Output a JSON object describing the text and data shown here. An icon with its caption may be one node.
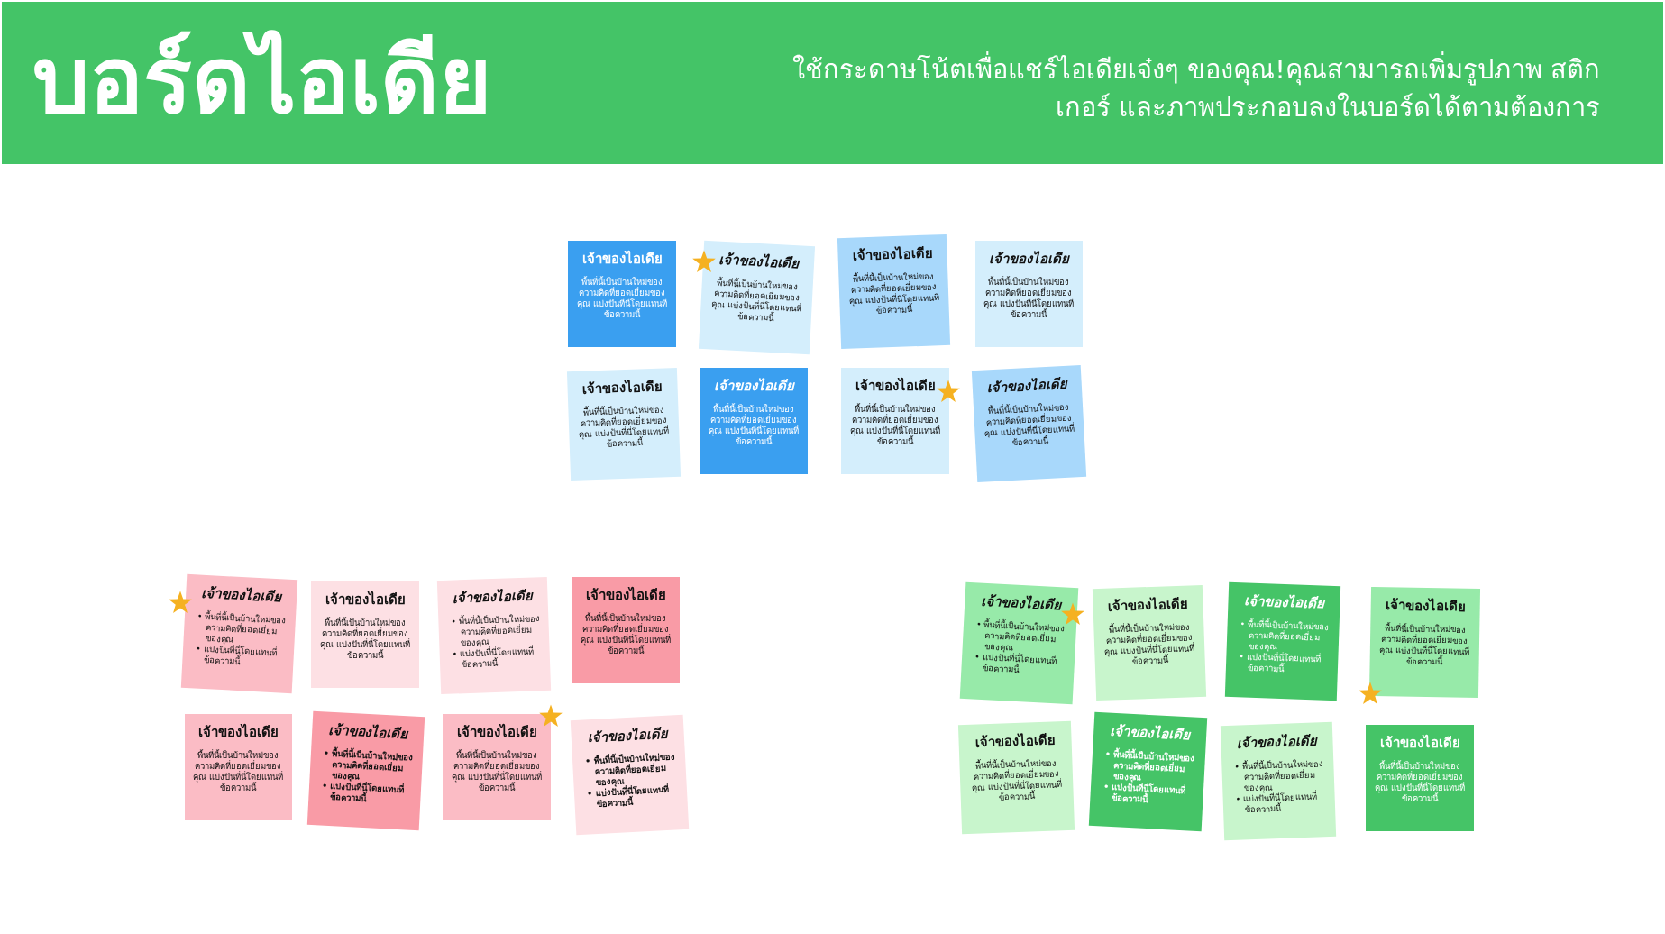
{
  "diagram": {
    "title": "บอร์ดไอเดีย",
    "labels": [
      "ใช้กระดาษโน้ตเพื่อแชร์ไอเดียเจ๋งๆ ของคุณ!คุณสามารถเพิ่มรูปภาพ สติกเกอร์ และภาพประกอบลงในบอร์ดได้ตามต้องการ"
    ],
    "nodes": [
      {
        "text": [
          "เจ้าของไอเดีย",
          "พื้นที่นี้เป็นบ้านใหม่ของความคิดที่ยอดเยี่ยมของคุณ แบ่งปันที่นี่โดยแทนที่ข้อความนี้"
        ]
      },
      {
        "text": [
          "เจ้าของไอเดีย",
          "พื้นที่นี้เป็นบ้านใหม่ของความคิดที่ยอดเยี่ยมของคุณ แบ่งปันที่นี่โดยแทนที่ข้อความนี้"
        ]
      },
      {
        "text": [
          "เจ้าของไอเดีย",
          "พื้นที่นี้เป็นบ้านใหม่ของความคิดที่ยอดเยี่ยมของคุณ แบ่งปันที่นี่โดยแทนที่ข้อความนี้"
        ]
      },
      {
        "text": [
          "เจ้าของไอเดีย",
          "พื้นที่นี้เป็นบ้านใหม่ของความคิดที่ยอดเยี่ยมของคุณ แบ่งปันที่นี่โดยแทนที่ข้อความนี้"
        ]
      },
      {
        "text": [
          "เจ้าของไอเดีย",
          "พื้นที่นี้เป็นบ้านใหม่ของความคิดที่ยอดเยี่ยมของคุณ แบ่งปันที่นี่โดยแทนที่ข้อความนี้"
        ]
      },
      {
        "text": [
          "เจ้าของไอเดีย",
          "พื้นที่นี้เป็นบ้านใหม่ของความคิดที่ยอดเยี่ยมของคุณ แบ่งปันที่นี่โดยแทนที่ข้อความนี้"
        ]
      },
      {
        "text": [
          "เจ้าของไอเดีย",
          "พื้นที่นี้เป็นบ้านใหม่ของความคิดที่ยอดเยี่ยมของคุณ แบ่งปันที่นี่โดยแทนที่ข้อความนี้"
        ]
      },
      {
        "text": [
          "เจ้าของไอเดีย",
          "พื้นที่นี้เป็นบ้านใหม่ของความคิดที่ยอดเยี่ยมของคุณ แบ่งปันที่นี่โดยแทนที่ข้อความนี้"
        ]
      },
      {
        "text": [
          "เจ้าของไอเดีย",
          "• พื้นที่นี้เป็นบ้านใหม่ของความคิดที่ยอดเยี่ยมของคุณ",
          "• แบ่งปันที่นี่โดยแทนที่ข้อความนี้"
        ]
      },
      {
        "text": [
          "เจ้าของไอเดีย",
          "พื้นที่นี้เป็นบ้านใหม่ของความคิดที่ยอดเยี่ยมของคุณ แบ่งปันที่นี่โดยแทนที่ข้อความนี้"
        ]
      },
      {
        "text": [
          "เจ้าของไอเดีย",
          "• พื้นที่นี้เป็นบ้านใหม่ของความคิดที่ยอดเยี่ยมของคุณ",
          "• แบ่งปันที่นี่โดยแทนที่ข้อความนี้"
        ]
      },
      {
        "text": [
          "เจ้าของไอเดีย",
          "พื้นที่นี้เป็นบ้านใหม่ของความคิดที่ยอดเยี่ยมของคุณ แบ่งปันที่นี่โดยแทนที่ข้อความนี้"
        ]
      },
      {
        "text": [
          "เจ้าของไอเดีย",
          "พื้นที่นี้เป็นบ้านใหม่ของความคิดที่ยอดเยี่ยมของคุณ แบ่งปันที่นี่โดยแทนที่ข้อความนี้"
        ]
      },
      {
        "text": [
          "เจ้าของไอเดีย",
          "• พื้นที่นี้เป็นบ้านใหม่ของความคิดที่ยอดเยี่ยมของคุณ",
          "• แบ่งปันที่นี่โดยแทนที่ข้อความนี้"
        ]
      },
      {
        "text": [
          "เจ้าของไอเดีย",
          "พื้นที่นี้เป็นบ้านใหม่ของความคิดที่ยอดเยี่ยมของคุณ แบ่งปันที่นี่โดยแทนที่ข้อความนี้"
        ]
      },
      {
        "text": [
          "เจ้าของไอเดีย",
          "• พื้นที่นี้เป็นบ้านใหม่ของความคิดที่ยอดเยี่ยมของคุณ",
          "• แบ่งปันที่นี่โดยแทนที่ข้อความนี้"
        ]
      },
      {
        "text": [
          "เจ้าของไอเดีย",
          "• พื้นที่นี้เป็นบ้านใหม่ของความคิดที่ยอดเยี่ยมของคุณ",
          "• แบ่งปันที่นี่โดยแทนที่ข้อความนี้"
        ]
      },
      {
        "text": [
          "เจ้าของไอเดีย",
          "พื้นที่นี้เป็นบ้านใหม่ของความคิดที่ยอดเยี่ยมของคุณ แบ่งปันที่นี่โดยแทนที่ข้อความนี้"
        ]
      },
      {
        "text": [
          "เจ้าของไอเดีย",
          "• พื้นที่นี้เป็นบ้านใหม่ของความคิดที่ยอดเยี่ยมของคุณ",
          "• แบ่งปันที่นี่โดยแทนที่ข้อความนี้"
        ]
      },
      {
        "text": [
          "เจ้าของไอเดีย",
          "พื้นที่นี้เป็นบ้านใหม่ของความคิดที่ยอดเยี่ยมของคุณ แบ่งปันที่นี่โดยแทนที่ข้อความนี้"
        ]
      },
      {
        "text": [
          "เจ้าของไอเดีย",
          "พื้นที่นี้เป็นบ้านใหม่ของความคิดที่ยอดเยี่ยมของคุณ แบ่งปันที่นี่โดยแทนที่ข้อความนี้"
        ]
      },
      {
        "text": [
          "เจ้าของไอเดีย",
          "• พื้นที่นี้เป็นบ้านใหม่ของความคิดที่ยอดเยี่ยมของคุณ",
          "• แบ่งปันที่นี่โดยแทนที่ข้อความนี้"
        ]
      },
      {
        "text": [
          "เจ้าของไอเดีย",
          "• พื้นที่นี้เป็นบ้านใหม่ของความคิดที่ยอดเยี่ยมของคุณ",
          "• แบ่งปันที่นี่โดยแทนที่ข้อความนี้"
        ]
      },
      {
        "text": [
          "เจ้าของไอเดีย",
          "พื้นที่นี้เป็นบ้านใหม่ของความคิดที่ยอดเยี่ยมของคุณ แบ่งปันที่นี่โดยแทนที่ข้อความนี้"
        ]
      }
    ]
  }
}
